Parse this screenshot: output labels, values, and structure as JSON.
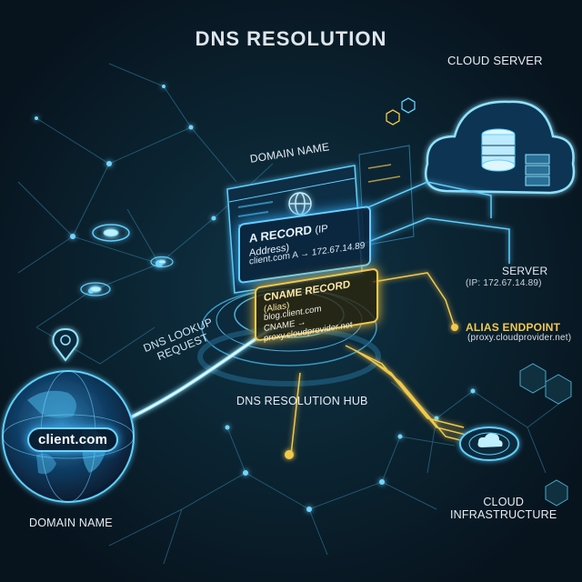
{
  "title": "DNS RESOLUTION",
  "labels": {
    "cloud_server": "CLOUD SERVER",
    "domain_name_top": "DOMAIN NAME",
    "server": "SERVER",
    "server_ip": "(IP: 172.67.14.89)",
    "alias_endpoint": "ALIAS ENDPOINT",
    "alias_host": "(proxy.cloudprovider.net)",
    "dns_lookup_request": "DNS LOOKUP\nREQUEST",
    "dns_resolution_hub": "DNS RESOLUTION HUB",
    "domain_name_bottom": "DOMAIN NAME",
    "cloud_infrastructure": "CLOUD\nINFRASTRUCTURE",
    "client_domain": "client.com"
  },
  "a_record": {
    "title": "A RECORD",
    "qualifier": "(IP Address)",
    "line": "client.com A → 172.67.14.89"
  },
  "cname_record": {
    "title": "CNAME RECORD",
    "qualifier": "(Alias)",
    "line1": "blog.client.com",
    "line2": "CNAME → proxy.cloudprovider.net"
  },
  "colors": {
    "background": "#081722",
    "cyan": "#5fd0ff",
    "gold": "#f2c94c",
    "text": "#e6eef5"
  },
  "icons": [
    "globe-icon",
    "location-pin-icon",
    "cloud-icon",
    "database-icon",
    "server-rack-icon",
    "hexagon-icon"
  ]
}
